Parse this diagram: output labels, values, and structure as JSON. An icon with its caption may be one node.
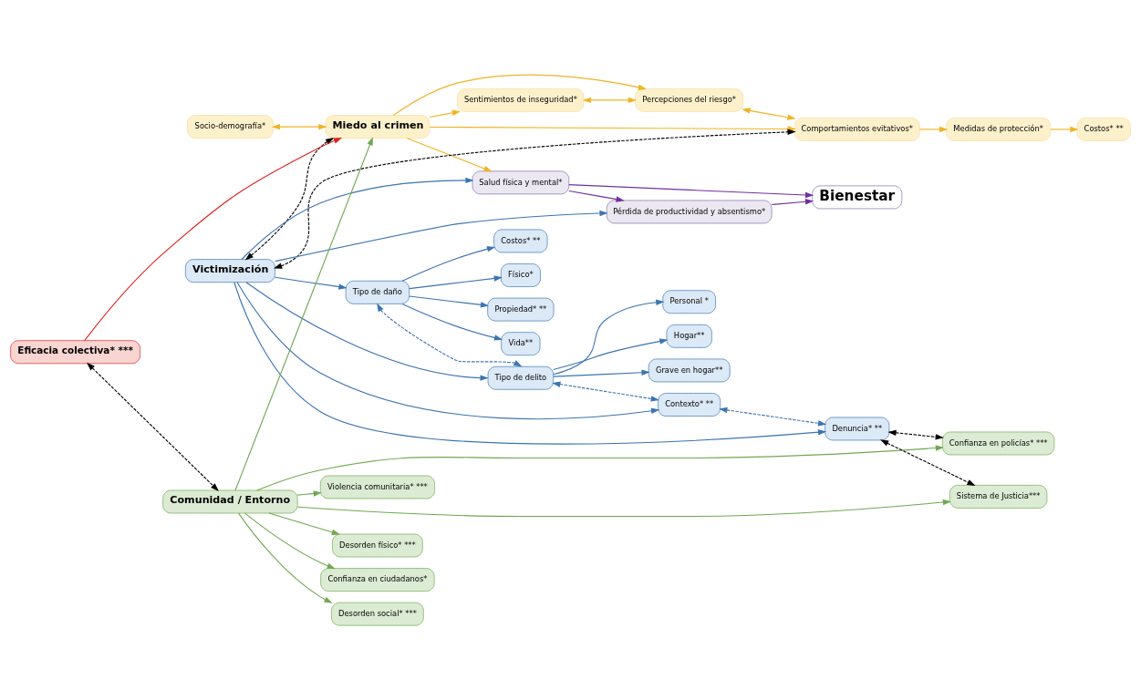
{
  "diagram": {
    "nodes": [
      {
        "text": [
          "Sentimientos de inseguridad*"
        ]
      },
      {
        "text": [
          "Percepciones del riesgo*"
        ]
      },
      {
        "text": [
          "Comportamientos evitativos*"
        ]
      },
      {
        "text": [
          "Tipo de daño"
        ]
      },
      {
        "text": [
          "Físico*"
        ]
      },
      {
        "text": [
          "Propiedad* **"
        ]
      },
      {
        "text": [
          "Medidas de protección*"
        ]
      },
      {
        "text": [
          "Costos* **"
        ]
      },
      {
        "text": [
          "Vida**"
        ]
      },
      {
        "text": [
          "Miedo al crimen"
        ]
      },
      {
        "text": [
          "Costos* **"
        ]
      },
      {
        "text": [
          "Socio-demografía*"
        ]
      },
      {
        "text": [
          "Tipo de delito"
        ]
      },
      {
        "text": [
          "Victimización"
        ]
      },
      {
        "text": [
          "Salud física y mental*"
        ]
      },
      {
        "text": [
          "Personal *"
        ]
      },
      {
        "text": [
          "Eficacia colectiva* ***"
        ]
      },
      {
        "text": [
          "Hogar**"
        ]
      },
      {
        "text": [
          "Comunidad / Entorno"
        ]
      },
      {
        "text": [
          "Grave en hogar**"
        ]
      },
      {
        "text": [
          "Violencia comunitaria* ***"
        ]
      },
      {
        "text": [
          "Pérdida de productividad y absentismo*"
        ]
      },
      {
        "text": [
          "Contexto* **"
        ]
      },
      {
        "text": [
          "Desorden físico* ***"
        ]
      },
      {
        "text": [
          "Confianza en ciudadanos*"
        ]
      },
      {
        "text": [
          "Sistema de Justicia***"
        ]
      },
      {
        "text": [
          "Bienestar"
        ]
      },
      {
        "text": [
          "Desorden social* ***"
        ]
      },
      {
        "text": [
          "Confianza en policías* ***"
        ]
      },
      {
        "text": [
          "Denuncia* **"
        ]
      }
    ],
    "edges": [
      {
        "from": 0,
        "to": 1,
        "arrow": "both",
        "color": "#f0b323"
      },
      {
        "from": 1,
        "to": 2,
        "arrow": "both",
        "color": "#f0b323"
      },
      {
        "from": 2,
        "to": 6,
        "arrow": "to",
        "color": "#f0b323"
      },
      {
        "from": 6,
        "to": 7,
        "arrow": "to",
        "color": "#f0b323"
      },
      {
        "from": 9,
        "to": 0,
        "arrow": "to",
        "color": "#f0b323"
      },
      {
        "from": 9,
        "to": 1,
        "arrow": "to",
        "color": "#f0b323"
      },
      {
        "from": 9,
        "to": 2,
        "arrow": "to",
        "color": "#f0b323"
      },
      {
        "from": 11,
        "to": 9,
        "arrow": "both",
        "color": "#f0b323"
      },
      {
        "from": 9,
        "to": 14,
        "arrow": "to",
        "color": "#f0b323"
      },
      {
        "from": 16,
        "to": 9,
        "arrow": "to",
        "color": "#e02020"
      },
      {
        "from": 18,
        "to": 9,
        "arrow": "to",
        "color": "#70a850"
      },
      {
        "from": 16,
        "to": 18,
        "arrow": "both",
        "style": "dashed",
        "color": "#000000"
      },
      {
        "from": 18,
        "to": 20,
        "arrow": "to",
        "color": "#70a850"
      },
      {
        "from": 18,
        "to": 23,
        "arrow": "to",
        "color": "#70a850"
      },
      {
        "from": 18,
        "to": 27,
        "arrow": "to",
        "color": "#70a850"
      },
      {
        "from": 18,
        "to": 24,
        "arrow": "to",
        "color": "#70a850"
      },
      {
        "from": 18,
        "to": 25,
        "arrow": "to",
        "color": "#70a850"
      },
      {
        "from": 18,
        "to": 28,
        "arrow": "to",
        "color": "#70a850"
      },
      {
        "from": 13,
        "to": 2,
        "arrow": "both",
        "style": "dashed",
        "color": "#000000"
      },
      {
        "from": 13,
        "to": 9,
        "arrow": "both",
        "style": "dashed",
        "color": "#000000"
      },
      {
        "from": 13,
        "to": 3,
        "arrow": "to"
      },
      {
        "from": 13,
        "to": 12,
        "arrow": "to"
      },
      {
        "from": 3,
        "to": 4,
        "arrow": "to"
      },
      {
        "from": 3,
        "to": 5,
        "arrow": "to"
      },
      {
        "from": 3,
        "to": 8,
        "arrow": "to"
      },
      {
        "from": 3,
        "to": 10,
        "arrow": "to"
      },
      {
        "from": 3,
        "to": 12,
        "arrow": "both",
        "style": "dashed"
      },
      {
        "from": 12,
        "to": 15,
        "arrow": "to"
      },
      {
        "from": 12,
        "to": 17,
        "arrow": "to"
      },
      {
        "from": 12,
        "to": 19,
        "arrow": "to"
      },
      {
        "from": 12,
        "to": 22,
        "arrow": "both",
        "style": "dashed"
      },
      {
        "from": 13,
        "to": 14,
        "arrow": "to"
      },
      {
        "from": 13,
        "to": 21,
        "arrow": "to"
      },
      {
        "from": 13,
        "to": 22,
        "arrow": "to"
      },
      {
        "from": 13,
        "to": 29,
        "arrow": "to"
      },
      {
        "from": 22,
        "to": 29,
        "arrow": "both",
        "style": "dashed"
      },
      {
        "from": 14,
        "to": 21,
        "arrow": "to",
        "color": "#7030a0"
      },
      {
        "from": 14,
        "to": 26,
        "arrow": "to",
        "color": "#7030a0"
      },
      {
        "from": 21,
        "to": 26,
        "arrow": "to",
        "color": "#7030a0"
      },
      {
        "from": 29,
        "to": 25,
        "arrow": "both",
        "style": "dashed",
        "color": "#000000"
      },
      {
        "from": 29,
        "to": 28,
        "arrow": "both",
        "style": "dashed",
        "color": "#000000"
      }
    ]
  }
}
